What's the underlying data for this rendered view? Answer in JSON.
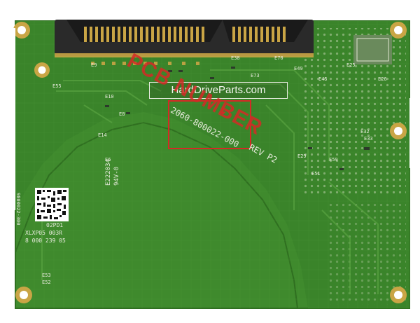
{
  "watermark": {
    "site": "HardDriveParts.com"
  },
  "annotation": {
    "heading": "PCB NUMBER",
    "arrow": "↓",
    "part_number": "2060-800022-000",
    "revision": "REV P2"
  },
  "silkscreen": {
    "code_rotated_1": "E222034",
    "code_rotated_2": "94V-0",
    "label_line_1": "02PD1",
    "label_line_2": "XLXP05 003R",
    "label_line_3": "8 000 239 05",
    "label_side": "9800022-300"
  },
  "colors": {
    "board": "#3f8a2d",
    "board_dark": "#2f6f20",
    "traces": "#56a03f",
    "gold": "#c9a545",
    "connector": "#1e1e1e",
    "annotation_red": "#d42a26",
    "silkscreen": "#e6eadb"
  }
}
